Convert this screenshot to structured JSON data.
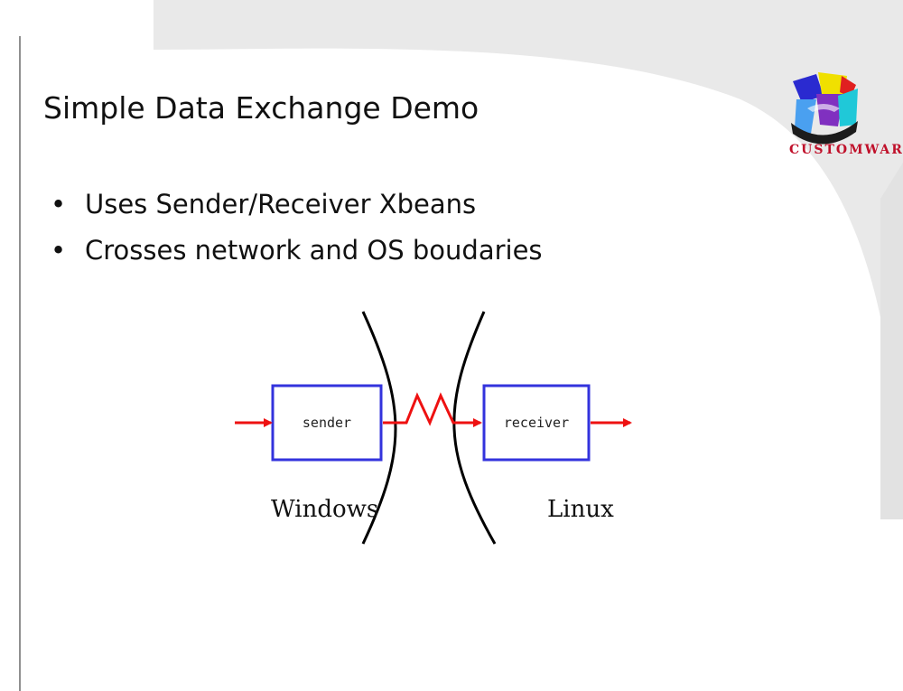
{
  "slide": {
    "title": "Simple Data Exchange Demo",
    "bullets": [
      "Uses Sender/Receiver Xbeans",
      "Crosses network and OS boudaries"
    ],
    "bullet_symbol": "•"
  },
  "logo": {
    "text": "CUSTOMWARE",
    "icon": "customware-logo-icon"
  },
  "diagram": {
    "sender_label": "sender",
    "receiver_label": "receiver",
    "left_os_label": "Windows",
    "right_os_label": "Linux"
  },
  "colors": {
    "box_border": "#3333dd",
    "arrow": "#ee1111",
    "curve": "#000000",
    "background_band": "#e8e8e8"
  }
}
